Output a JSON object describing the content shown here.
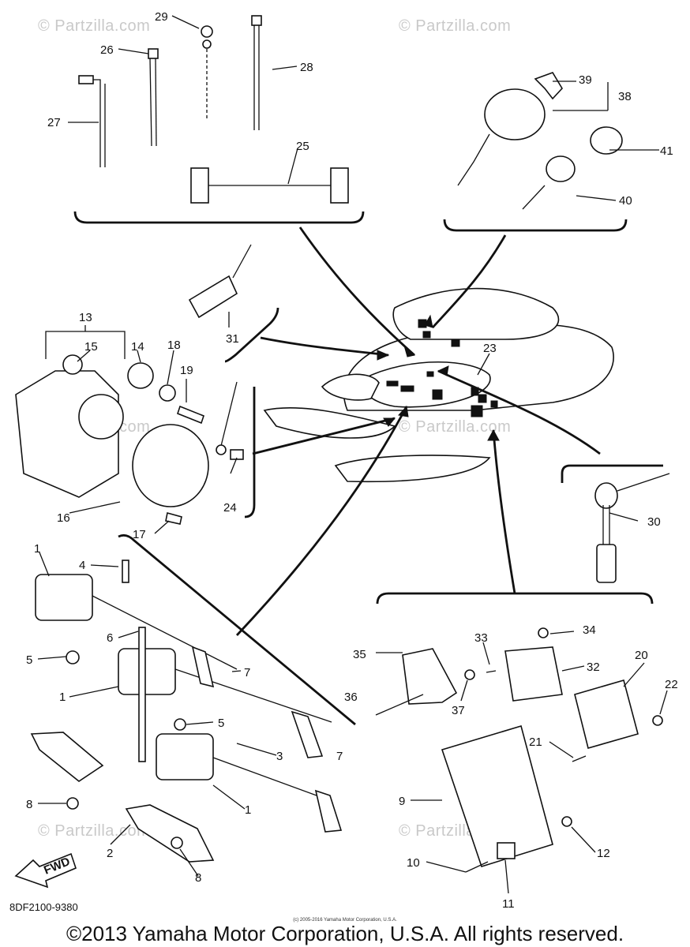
{
  "watermark": "© Partzilla.com",
  "callouts": [
    "1",
    "2",
    "3",
    "4",
    "5",
    "6",
    "7",
    "8",
    "9",
    "10",
    "11",
    "12",
    "13",
    "14",
    "15",
    "16",
    "17",
    "18",
    "19",
    "20",
    "21",
    "22",
    "23",
    "24",
    "25",
    "26",
    "27",
    "28",
    "29",
    "30",
    "31",
    "32",
    "33",
    "34",
    "35",
    "36",
    "37",
    "38",
    "39",
    "40",
    "41"
  ],
  "fwd_label": "FWD",
  "doc_code": "8DF2100-9380",
  "tiny_credit": "(c) 2005-2016 Yamaha Motor Corporation, U.S.A.",
  "copyright": "©2013 Yamaha Motor Corporation, U.S.A. All rights reserved."
}
